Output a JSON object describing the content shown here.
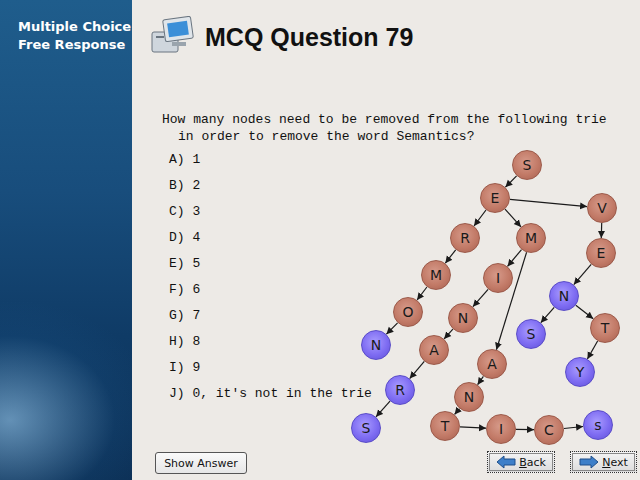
{
  "diagram": {
    "title": "MCQ Question 79",
    "nodes": [
      {
        "text": [
          "S"
        ]
      },
      {
        "text": [
          "E"
        ]
      },
      {
        "text": [
          "R"
        ]
      },
      {
        "text": [
          "M"
        ]
      },
      {
        "text": [
          "V"
        ]
      },
      {
        "text": [
          "M"
        ]
      },
      {
        "text": [
          "I"
        ]
      },
      {
        "text": [
          "E"
        ]
      },
      {
        "text": [
          "O"
        ]
      },
      {
        "text": [
          "N"
        ]
      },
      {
        "text": [
          "N"
        ]
      },
      {
        "text": [
          "N"
        ]
      },
      {
        "text": [
          "A"
        ]
      },
      {
        "text": [
          "S"
        ]
      },
      {
        "text": [
          "T"
        ]
      },
      {
        "text": [
          "A"
        ]
      },
      {
        "text": [
          "R"
        ]
      },
      {
        "text": [
          "Y"
        ]
      },
      {
        "text": [
          "N"
        ]
      },
      {
        "text": [
          "S"
        ]
      },
      {
        "text": [
          "T"
        ]
      },
      {
        "text": [
          "I"
        ]
      },
      {
        "text": [
          "C"
        ]
      },
      {
        "text": [
          "s"
        ]
      },
      {
        "text": [
          "Show Answer"
        ]
      },
      {
        "text": [
          "Back"
        ]
      },
      {
        "text": [
          "Next"
        ]
      }
    ],
    "edges": [
      {
        "from": 0,
        "to": 1,
        "arrow": "to"
      },
      {
        "from": 1,
        "to": 2,
        "arrow": "to"
      },
      {
        "from": 1,
        "to": 3,
        "arrow": "to"
      },
      {
        "from": 1,
        "to": 4,
        "arrow": "to"
      },
      {
        "from": 2,
        "to": 5,
        "arrow": "to"
      },
      {
        "from": 3,
        "to": 6,
        "arrow": "to"
      },
      {
        "from": 3,
        "to": 15,
        "arrow": "to"
      },
      {
        "from": 4,
        "to": 7,
        "arrow": "to"
      },
      {
        "from": 5,
        "to": 8,
        "arrow": "to"
      },
      {
        "from": 6,
        "to": 9,
        "arrow": "to"
      },
      {
        "from": 7,
        "to": 10,
        "arrow": "to"
      },
      {
        "from": 8,
        "to": 11,
        "arrow": "to"
      },
      {
        "from": 9,
        "to": 12,
        "arrow": "to"
      },
      {
        "from": 10,
        "to": 13,
        "arrow": "to"
      },
      {
        "from": 10,
        "to": 14,
        "arrow": "to"
      },
      {
        "from": 12,
        "to": 16,
        "arrow": "to"
      },
      {
        "from": 14,
        "to": 17,
        "arrow": "to"
      },
      {
        "from": 15,
        "to": 18,
        "arrow": "to"
      },
      {
        "from": 16,
        "to": 19,
        "arrow": "to"
      },
      {
        "from": 18,
        "to": 20,
        "arrow": "to"
      },
      {
        "from": 20,
        "to": 21,
        "arrow": "to"
      },
      {
        "from": 21,
        "to": 22,
        "arrow": "to"
      },
      {
        "from": 22,
        "to": 23,
        "arrow": "to"
      }
    ],
    "labels": [
      "Multiple Choice",
      "Free Response",
      "How many nodes need to be removed from the following trie in order to remove the word Semantics?",
      "A) 1",
      "B) 2",
      "C) 3",
      "D) 4",
      "E) 5",
      "F) 6",
      "G) 7",
      "H) 8",
      "I) 9",
      "J) 0, it's not in the trie"
    ]
  }
}
